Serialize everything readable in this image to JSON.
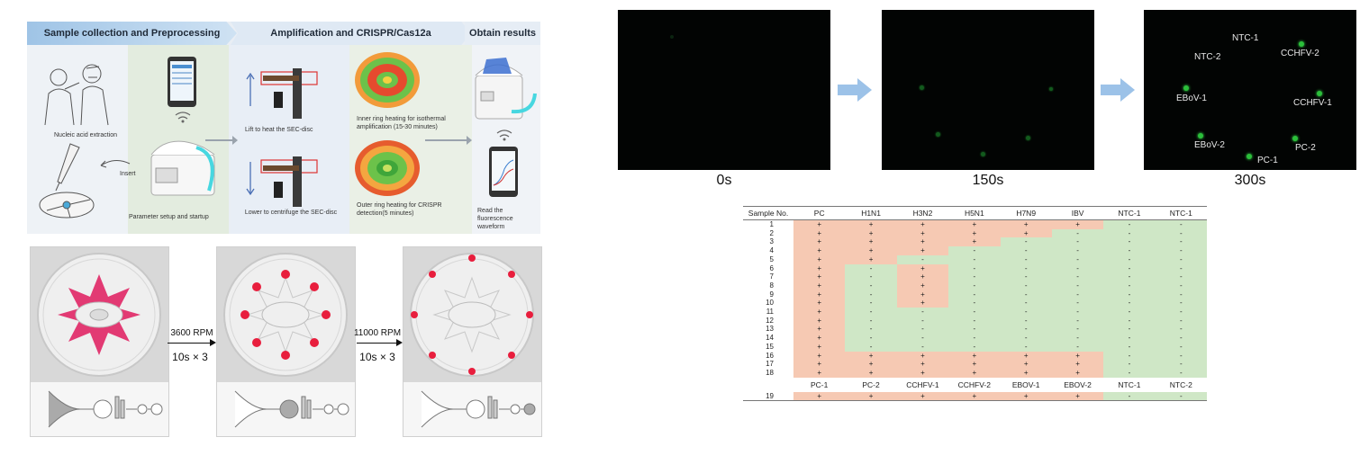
{
  "workflow": {
    "stages": [
      "Sample collection and Preprocessing",
      "Amplification and CRISPR/Cas12a",
      "Obtain results"
    ],
    "labels": {
      "nucleic": "Nucleic acid extraction",
      "insert": "Insert",
      "param": "Parameter setup and startup",
      "lift": "Lift to heat the SEC-disc",
      "lower": "Lower to centrifuge the SEC-disc",
      "inner": "Inner ring heating for isothermal amplification (15-30 minutes)",
      "outer": "Outer ring heating for CRISPR detection(5 minutes)",
      "read": "Read the fluorescence waveform"
    }
  },
  "centrifuge_steps": [
    {
      "rpm": "3600 RPM",
      "time": "10s × 3"
    },
    {
      "rpm": "11000 RPM",
      "time": "10s × 3"
    }
  ],
  "frames": [
    {
      "time": "0s"
    },
    {
      "time": "150s"
    },
    {
      "time": "300s",
      "labels": [
        "NTC-1",
        "NTC-2",
        "CCHFV-2",
        "EBoV-1",
        "CCHFV-1",
        "EBoV-2",
        "PC-2",
        "PC-1"
      ]
    }
  ],
  "table": {
    "header": [
      "Sample No.",
      "PC",
      "H1N1",
      "H3N2",
      "H5N1",
      "H7N9",
      "IBV",
      "NTC-1",
      "NTC-1"
    ],
    "rows": [
      [
        "1",
        "+",
        "+",
        "+",
        "+",
        "+",
        "+",
        "-",
        "-"
      ],
      [
        "2",
        "+",
        "+",
        "+",
        "+",
        "+",
        "-",
        "-",
        "-"
      ],
      [
        "3",
        "+",
        "+",
        "+",
        "+",
        "-",
        "-",
        "-",
        "-"
      ],
      [
        "4",
        "+",
        "+",
        "+",
        "-",
        "-",
        "-",
        "-",
        "-"
      ],
      [
        "5",
        "+",
        "+",
        "-",
        "-",
        "-",
        "-",
        "-",
        "-"
      ],
      [
        "6",
        "+",
        "-",
        "+",
        "-",
        "-",
        "-",
        "-",
        "-"
      ],
      [
        "7",
        "+",
        "-",
        "+",
        "-",
        "-",
        "-",
        "-",
        "-"
      ],
      [
        "8",
        "+",
        "-",
        "+",
        "-",
        "-",
        "-",
        "-",
        "-"
      ],
      [
        "9",
        "+",
        "-",
        "+",
        "-",
        "-",
        "-",
        "-",
        "-"
      ],
      [
        "10",
        "+",
        "-",
        "+",
        "-",
        "-",
        "-",
        "-",
        "-"
      ],
      [
        "11",
        "+",
        "-",
        "-",
        "-",
        "-",
        "-",
        "-",
        "-"
      ],
      [
        "12",
        "+",
        "-",
        "-",
        "-",
        "-",
        "-",
        "-",
        "-"
      ],
      [
        "13",
        "+",
        "-",
        "-",
        "-",
        "-",
        "-",
        "-",
        "-"
      ],
      [
        "14",
        "+",
        "-",
        "-",
        "-",
        "-",
        "-",
        "-",
        "-"
      ],
      [
        "15",
        "+",
        "-",
        "-",
        "-",
        "-",
        "-",
        "-",
        "-"
      ],
      [
        "16",
        "+",
        "+",
        "+",
        "+",
        "+",
        "+",
        "-",
        "-"
      ],
      [
        "17",
        "+",
        "+",
        "+",
        "+",
        "+",
        "+",
        "-",
        "-"
      ],
      [
        "18",
        "+",
        "+",
        "+",
        "+",
        "+",
        "+",
        "-",
        "-"
      ]
    ],
    "sub_header": [
      "",
      "PC-1",
      "PC-2",
      "CCHFV-1",
      "CCHFV-2",
      "EBOV-1",
      "EBOV-2",
      "NTC-1",
      "NTC-2"
    ],
    "extra_rows": [
      [
        "19",
        "+",
        "+",
        "+",
        "+",
        "+",
        "+",
        "-",
        "-"
      ]
    ]
  }
}
